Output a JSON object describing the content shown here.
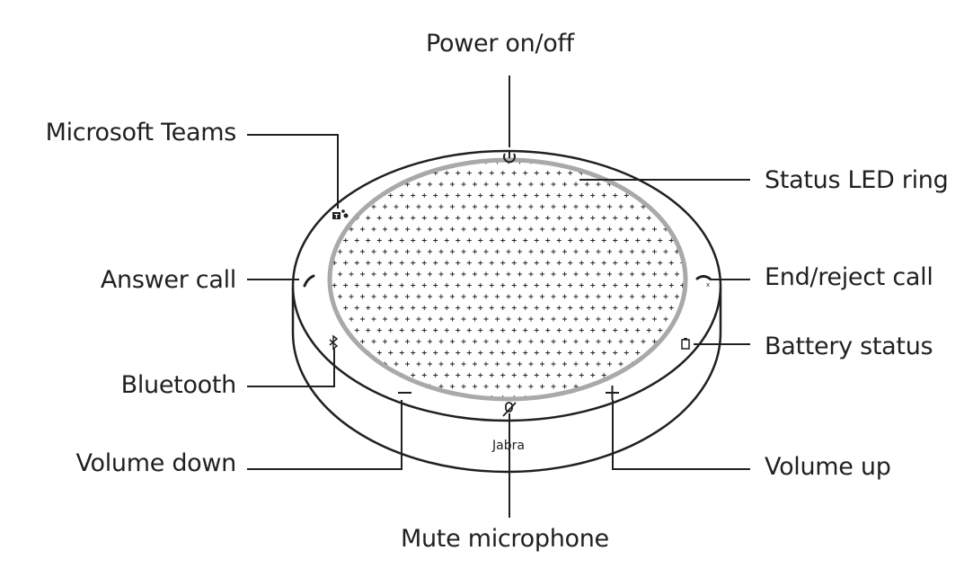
{
  "labels": {
    "power": "Power on/off",
    "teams": "Microsoft Teams",
    "status_led": "Status LED ring",
    "answer": "Answer call",
    "end_reject": "End/reject call",
    "battery": "Battery status",
    "bluetooth": "Bluetooth",
    "volume_down": "Volume down",
    "volume_up": "Volume up",
    "mute": "Mute microphone"
  },
  "brand": "Jabra",
  "colors": {
    "line": "#231f20",
    "led_ring": "#a7a9ac",
    "device_fill": "#ffffff"
  },
  "icons": [
    "power-icon",
    "teams-icon",
    "answer-call-icon",
    "end-call-icon",
    "bluetooth-icon",
    "battery-icon",
    "volume-down-icon",
    "volume-up-icon",
    "mute-icon"
  ]
}
